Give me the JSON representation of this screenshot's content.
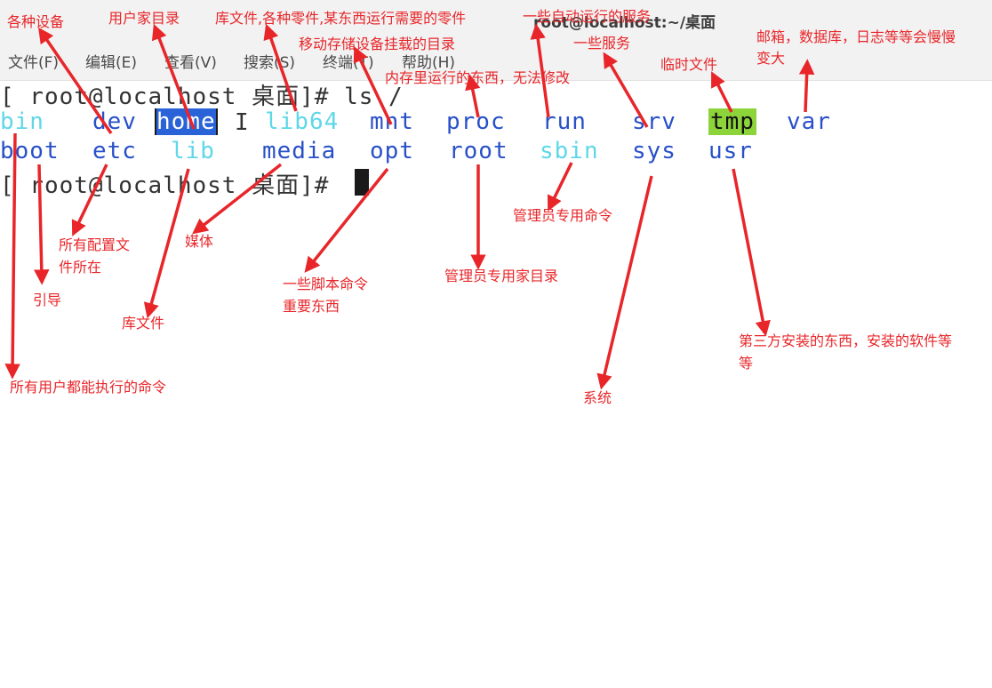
{
  "window": {
    "title": "root@localhost:~/桌面"
  },
  "menu": [
    {
      "id": "file",
      "label": "文件(F)"
    },
    {
      "id": "edit",
      "label": "编辑(E)"
    },
    {
      "id": "view",
      "label": "查看(V)"
    },
    {
      "id": "search",
      "label": "搜索(S)"
    },
    {
      "id": "terminal",
      "label": "终端(T)"
    },
    {
      "id": "help",
      "label": "帮助(H)"
    }
  ],
  "terminal": {
    "line1": "[ root@localhost 桌面]# ls /",
    "row1": [
      "bin",
      "dev",
      "home",
      "lib64",
      "mnt",
      "proc",
      "run",
      "srv",
      "tmp",
      "var"
    ],
    "row2": [
      "boot",
      "etc",
      "lib",
      "media",
      "opt",
      "root",
      "sbin",
      "sys",
      "usr"
    ],
    "line4": "[ root@localhost 桌面]# "
  },
  "colors": {
    "annotation": "#e8262a",
    "dir_link": "#5fd7e8",
    "dir": "#2850c8",
    "tmp_bg": "#8cd43a",
    "selection": "#2a62d8"
  },
  "annotations": {
    "dev": "各种设备",
    "home": "用户家目录",
    "lib64": "库文件,各种零件,某东西运行需要的零件",
    "mnt": "移动存储设备挂载的目录",
    "proc": "内存里运行的东西，无法修改",
    "run": "一些自动运行的服务",
    "srv": "一些服务",
    "tmp": "临时文件",
    "var_line1": "邮箱，数据库，日志等等会慢慢",
    "var_line2": "变大",
    "etc_line1": "所有配置文",
    "etc_line2": "件所在",
    "media": "媒体",
    "boot": "引导",
    "lib": "库文件",
    "opt_line1": "一些脚本命令",
    "opt_line2": "重要东西",
    "root": "管理员专用家目录",
    "sbin": "管理员专用命令",
    "sys": "系统",
    "usr_line1": "第三方安装的东西，安装的软件等",
    "usr_line2": "等",
    "bin": "所有用户都能执行的命令"
  }
}
